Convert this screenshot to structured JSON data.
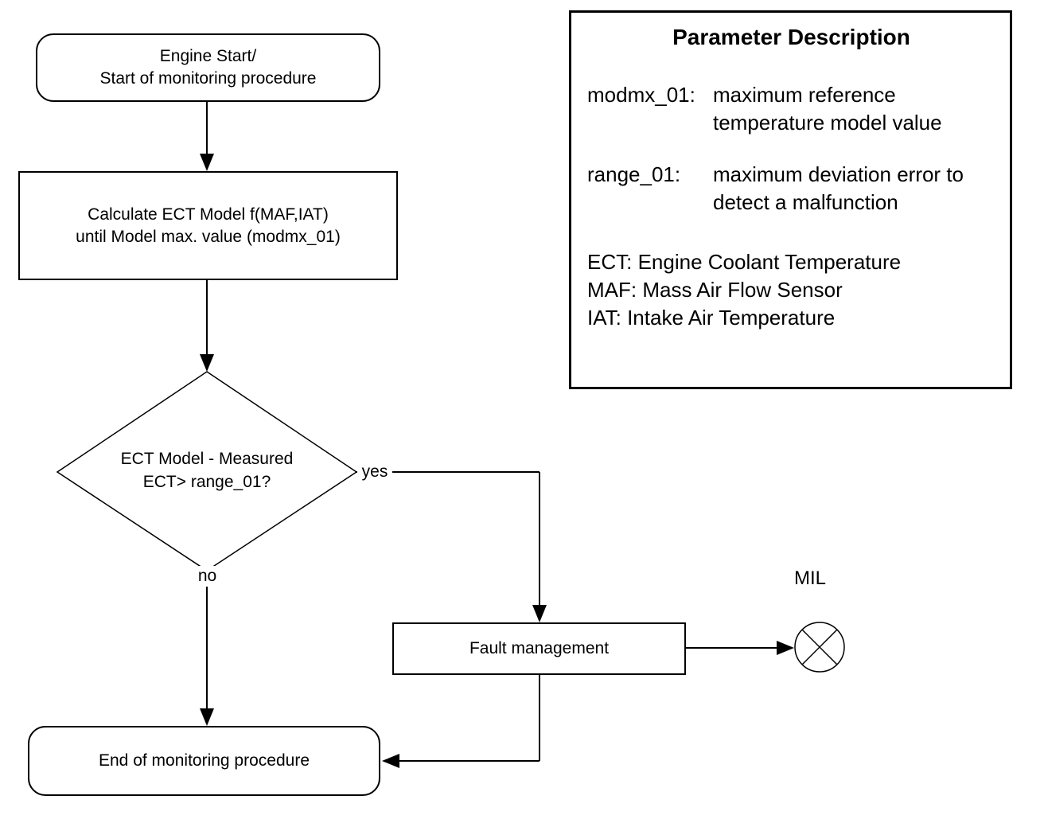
{
  "colors": {
    "ink": "#000000",
    "background": "#ffffff"
  },
  "flowchart": {
    "start_node": {
      "label": "Engine Start/\nStart of monitoring procedure"
    },
    "calculate_node": {
      "label": "Calculate ECT Model f(MAF,IAT)\nuntil Model max. value (modmx_01)"
    },
    "decision_node": {
      "label": "ECT Model - Measured\nECT> range_01?"
    },
    "fault_node": {
      "label": "Fault management"
    },
    "end_node": {
      "label": "End of monitoring procedure"
    },
    "mil_indicator": {
      "label": "MIL",
      "icon": "crossed-circle-lamp-icon"
    },
    "edge_labels": {
      "yes": "yes",
      "no": "no"
    }
  },
  "legend": {
    "title": "Parameter Description",
    "parameters": [
      {
        "name": "modmx_01:",
        "description": "maximum reference\ntemperature model value"
      },
      {
        "name": "range_01:",
        "description": "maximum deviation error to\ndetect a malfunction"
      }
    ],
    "abbreviations": [
      {
        "text": "ECT: Engine Coolant Temperature"
      },
      {
        "text": "MAF: Mass Air Flow Sensor"
      },
      {
        "text": "IAT: Intake Air Temperature"
      }
    ]
  }
}
